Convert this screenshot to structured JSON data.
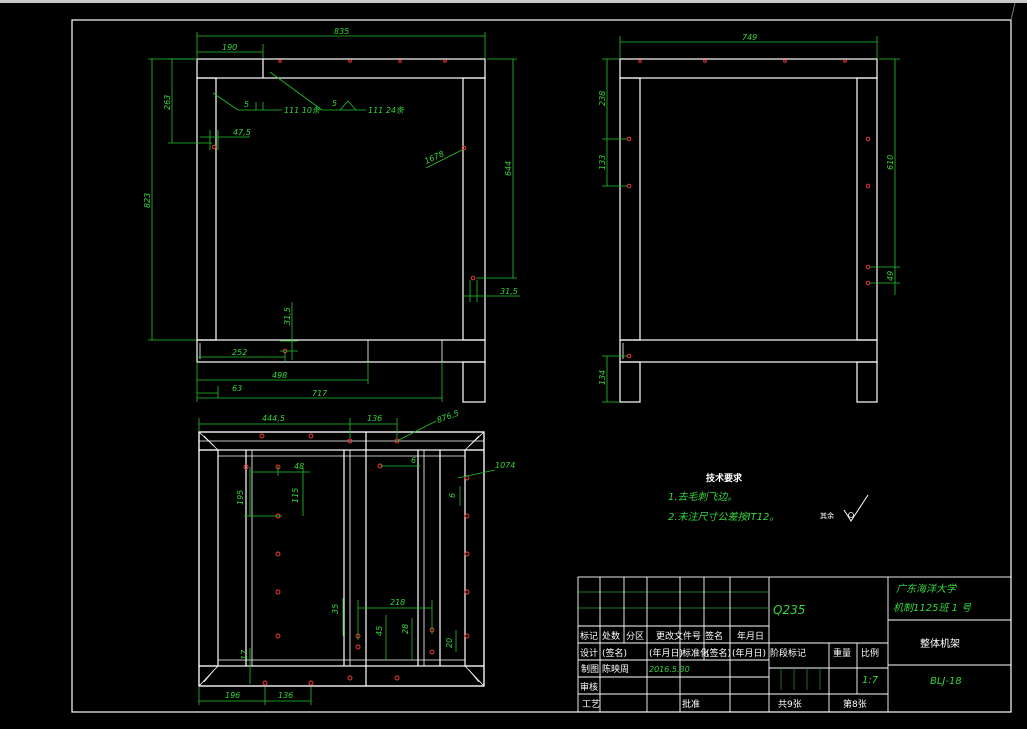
{
  "colors": {
    "background": "#000000",
    "geometry": "#ffffff",
    "dimension": "#22c42a",
    "hole": "#ff3a3a"
  },
  "dims": {
    "front": {
      "d835": "835",
      "d190": "190",
      "d263": "263",
      "d823": "823",
      "d644": "644",
      "d47_5": "47,5",
      "d31_5a": "31,5",
      "d31_5b": "31,5",
      "d252": "252",
      "d498": "498",
      "d63": "63",
      "d717": "717",
      "d1678": "1678",
      "weld1_a": "5",
      "weld1_b": "111 10条",
      "weld2_a": "5",
      "weld2_b": "111 24条"
    },
    "side": {
      "d749": "749",
      "d238": "238",
      "d133": "133",
      "d610": "610",
      "d49": "49",
      "d134": "134"
    },
    "bottom": {
      "d444_5": "444,5",
      "d136a": "136",
      "d876_5": "876,5",
      "d48": "48",
      "d195": "195",
      "d115": "115",
      "d6a": "6",
      "d1074": "1074",
      "d6b": "6",
      "d35": "35",
      "d45": "45",
      "d218": "218",
      "d28": "28",
      "d20": "20",
      "d17": "17",
      "d196": "196",
      "d136b": "136"
    }
  },
  "tech": {
    "title": "技术要求",
    "line1": "1.去毛刺飞边。",
    "line2": "2.未注尺寸公差按IT12。",
    "roughness": "其余"
  },
  "titleblock": {
    "school": "广东海洋大学",
    "class": "机制1125班 1 号",
    "part_name": "整体机架",
    "drawing_no": "BLJ-18",
    "material": "Q235",
    "mark": "标记",
    "count": "处数",
    "zone": "分区",
    "change_doc": "更改文件号",
    "sign": "签名",
    "date": "年月日",
    "design": "设计",
    "sign_p": "(签名)",
    "date_p": "(年月日)",
    "standard": "标准化",
    "sign_p2": "(签名)",
    "date_p2": "(年月日)",
    "stage_mark": "阶段标记",
    "weight": "重量",
    "scale": "比例",
    "scale_val": "1:7",
    "draw": "制图",
    "drawer": "陈映周",
    "draw_date": "2016.5.30",
    "check": "审核",
    "process": "工艺",
    "approve": "批准",
    "total_sheets": "共9张",
    "sheet_no": "第8张"
  }
}
